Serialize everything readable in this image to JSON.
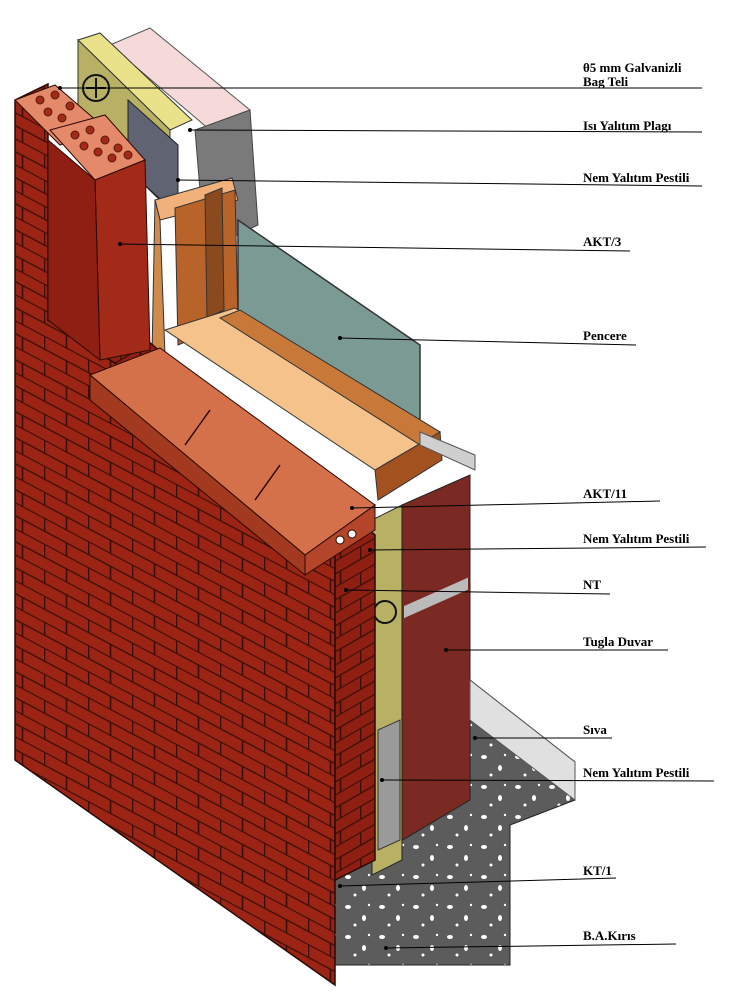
{
  "labels": [
    {
      "key": "bag_teli",
      "lines": [
        "θ5 mm Galvanizli",
        "Bag Teli"
      ]
    },
    {
      "key": "isi_yalitim",
      "lines": [
        "Isı Yalıtım Plagı"
      ]
    },
    {
      "key": "nem_yalitim_1",
      "lines": [
        "Nem Yalıtım Pestili"
      ]
    },
    {
      "key": "akt3",
      "lines": [
        "AKT/3"
      ]
    },
    {
      "key": "pencere",
      "lines": [
        "Pencere"
      ]
    },
    {
      "key": "akt11",
      "lines": [
        "AKT/11"
      ]
    },
    {
      "key": "nem_yalitim_2",
      "lines": [
        "Nem Yalıtım Pestili"
      ]
    },
    {
      "key": "nt",
      "lines": [
        "NT"
      ]
    },
    {
      "key": "tugla_duvar",
      "lines": [
        "Tugla Duvar"
      ]
    },
    {
      "key": "siva",
      "lines": [
        "Sıva"
      ]
    },
    {
      "key": "nem_yalitim_3",
      "lines": [
        "Nem Yalıtım Pestili"
      ]
    },
    {
      "key": "kt1",
      "lines": [
        "KT/1"
      ]
    },
    {
      "key": "ba_kiris",
      "lines": [
        "B.A.Kırıs"
      ]
    }
  ],
  "colors": {
    "brick": "#9c2414",
    "brick_light": "#d4704a",
    "mortar": "#3a0f08",
    "insulation": "#b8b065",
    "wood": "#c8793a",
    "wood_light": "#f0b27a",
    "glass": "#7c9a94",
    "concrete": "#6a6a6a",
    "plaster": "#e6e6e6",
    "interior_brick": "#7a2a22"
  }
}
